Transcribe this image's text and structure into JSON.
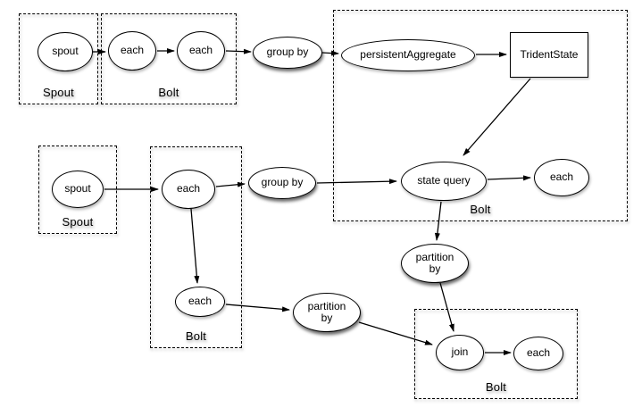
{
  "diagram": {
    "containers": {
      "spout_box_1": {
        "label": "Spout"
      },
      "bolt_box_1": {
        "label": "Bolt"
      },
      "big_bolt_box": {
        "label": "Bolt"
      },
      "spout_box_2": {
        "label": "Spout"
      },
      "bolt_box_2": {
        "label": "Bolt"
      },
      "bolt_box_3": {
        "label": "Bolt"
      }
    },
    "nodes": {
      "spout1": {
        "label": "spout",
        "shape": "ellipse"
      },
      "each1": {
        "label": "each",
        "shape": "ellipse"
      },
      "each2": {
        "label": "each",
        "shape": "ellipse"
      },
      "groupby1": {
        "label": "group by",
        "shape": "ellipse-shadowed"
      },
      "persistent_aggregate": {
        "label": "persistentAggregate",
        "shape": "ellipse"
      },
      "trident_state": {
        "label": "TridentState",
        "shape": "rectangle"
      },
      "spout2": {
        "label": "spout",
        "shape": "ellipse"
      },
      "each3": {
        "label": "each",
        "shape": "ellipse"
      },
      "groupby2": {
        "label": "group by",
        "shape": "ellipse-shadowed"
      },
      "state_query": {
        "label": "state query",
        "shape": "ellipse"
      },
      "each4": {
        "label": "each",
        "shape": "ellipse"
      },
      "partitionby2": {
        "label": "partition by",
        "shape": "ellipse-shadowed"
      },
      "each5": {
        "label": "each",
        "shape": "ellipse"
      },
      "partitionby1": {
        "label": "partition by",
        "shape": "ellipse-shadowed"
      },
      "join": {
        "label": "join",
        "shape": "ellipse"
      },
      "each6": {
        "label": "each",
        "shape": "ellipse"
      }
    },
    "edges": [
      {
        "from": "spout1",
        "to": "each1"
      },
      {
        "from": "each1",
        "to": "each2"
      },
      {
        "from": "each2",
        "to": "groupby1"
      },
      {
        "from": "groupby1",
        "to": "persistent_aggregate"
      },
      {
        "from": "persistent_aggregate",
        "to": "trident_state"
      },
      {
        "from": "trident_state",
        "to": "state_query"
      },
      {
        "from": "spout2",
        "to": "each3"
      },
      {
        "from": "each3",
        "to": "groupby2"
      },
      {
        "from": "groupby2",
        "to": "state_query"
      },
      {
        "from": "state_query",
        "to": "each4"
      },
      {
        "from": "state_query",
        "to": "partitionby2"
      },
      {
        "from": "each3",
        "to": "each5"
      },
      {
        "from": "each5",
        "to": "partitionby1"
      },
      {
        "from": "partitionby1",
        "to": "join"
      },
      {
        "from": "partitionby2",
        "to": "join"
      },
      {
        "from": "join",
        "to": "each6"
      }
    ],
    "colors": {
      "stroke": "#000000",
      "background": "#ffffff"
    }
  }
}
